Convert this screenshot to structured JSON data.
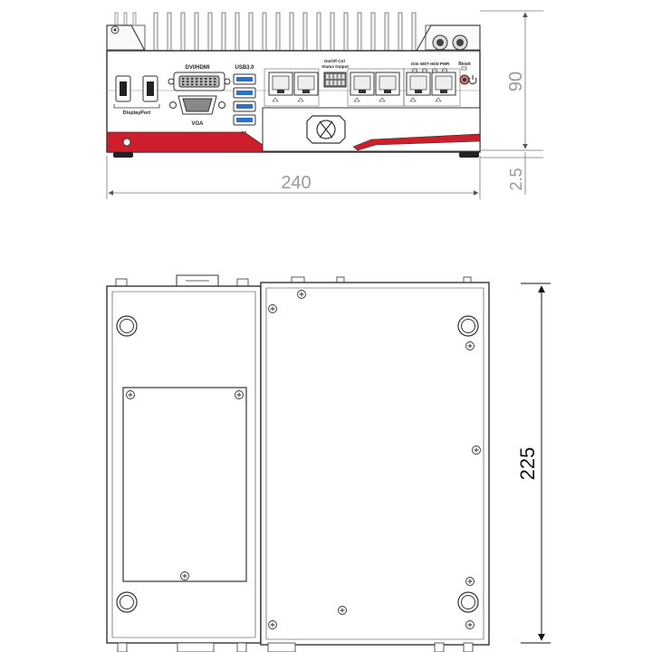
{
  "front_view": {
    "labels": {
      "displayport": "DisplayPort",
      "dvi_hdmi": "DVI/HDMI",
      "vga": "VGA",
      "usb": "USB3.0",
      "usb_logo": "SS",
      "dio": "On/Off Ctrl\nStatus Output",
      "leds": [
        "IGN",
        "WDT",
        "HDD",
        "PWR"
      ],
      "reset": "Reset"
    },
    "dimensions": {
      "width": "240",
      "height": "90",
      "foot": "2.5"
    },
    "colors": {
      "accent_red": "#cc1f2b",
      "outline": "#333333",
      "dimension": "#9a9a9a"
    }
  },
  "top_view": {
    "dimensions": {
      "depth": "225"
    }
  }
}
